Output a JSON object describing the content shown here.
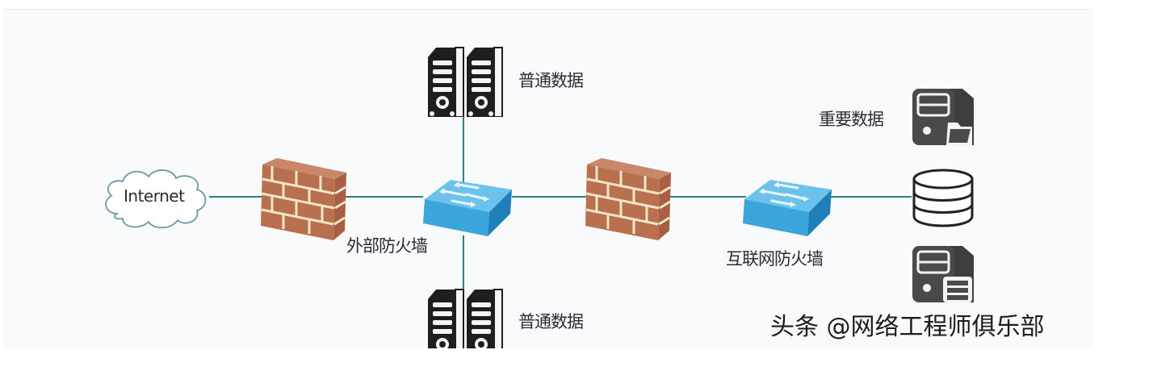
{
  "diagram": {
    "title": "",
    "nodes": {
      "internet": {
        "label": "Internet",
        "icon": "cloud-icon"
      },
      "external_firewall": {
        "label": "外部防火墙",
        "icon": "brick-firewall-icon"
      },
      "core_switch": {
        "label": "",
        "icon": "switch-icon"
      },
      "server_top": {
        "label": "普通数据",
        "icon": "server-tower-pair-icon"
      },
      "server_bottom": {
        "label": "普通数据",
        "icon": "server-tower-pair-icon"
      },
      "internal_firewall": {
        "label": "",
        "icon": "brick-firewall-icon"
      },
      "internet_firewall_switch": {
        "label": "互联网防火墙",
        "icon": "switch-icon"
      },
      "important_data": {
        "label": "重要数据",
        "icon": "server-folder-icon"
      },
      "database": {
        "label": "",
        "icon": "database-icon"
      },
      "app_server": {
        "label": "",
        "icon": "server-table-icon"
      }
    },
    "edges": [
      [
        "internet",
        "external_firewall"
      ],
      [
        "external_firewall",
        "core_switch"
      ],
      [
        "core_switch",
        "server_top"
      ],
      [
        "core_switch",
        "server_bottom"
      ],
      [
        "core_switch",
        "internal_firewall"
      ],
      [
        "internal_firewall",
        "internet_firewall_switch"
      ],
      [
        "internet_firewall_switch",
        "database"
      ]
    ],
    "colors": {
      "link": "#2f7f82",
      "brick": "#b9704f",
      "mortar": "#f3e6c8",
      "switch": "#3aa6dc",
      "server_dark": "#1e1e1e",
      "server_gray": "#4a4a4a"
    }
  },
  "watermark": {
    "text": "头条 @网络工程师俱乐部"
  }
}
